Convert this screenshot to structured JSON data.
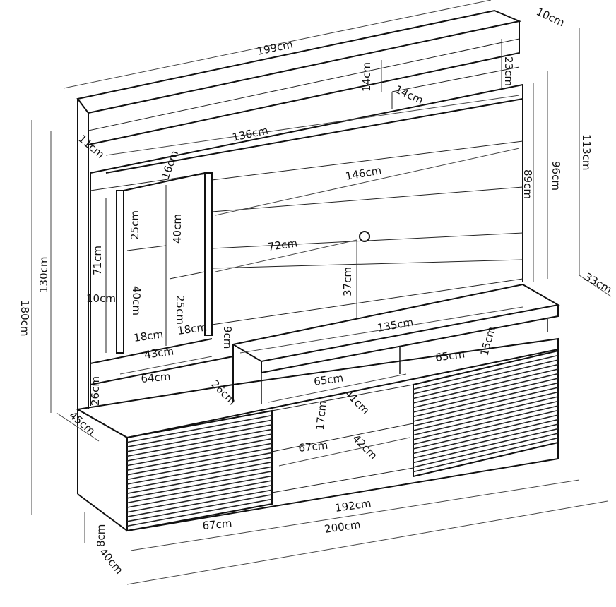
{
  "colors": {
    "line": "#111111",
    "background": "#ffffff"
  },
  "dimensions": {
    "total_width_top": "199cm",
    "top_cap_depth": "10cm",
    "top_cap_height": "23cm",
    "upper_step_height": "14cm",
    "upper_step_depth": "14cm",
    "right_height_total": "113cm",
    "panel_width_upper": "136cm",
    "left_top_depth": "11cm",
    "shelf_top_gap": "16cm",
    "panel_width": "146cm",
    "right_height_96": "96cm",
    "panel_height": "89cm",
    "niche_left_top": "25cm",
    "niche_right_top": "40cm",
    "tv_center_width": "72cm",
    "left_niche_height": "71cm",
    "overall_height": "180cm",
    "upper_height": "130cm",
    "left_niche_depth": "10cm",
    "niche_left_bottom": "40cm",
    "niche_right_bottom": "25cm",
    "tv_mount_height": "37cm",
    "shelf_depth_right": "33cm",
    "niche_width_left": "18cm",
    "niche_width_right": "18cm",
    "shelf_thickness": "9cm",
    "tv_shelf_width": "135cm",
    "niche_total_width": "43cm",
    "right_shelf_height": "15cm",
    "right_shelf_width": "65cm",
    "left_base_width": "64cm",
    "left_base_height": "26cm",
    "left_base_depth": "26cm",
    "center_shelf_width": "65cm",
    "center_shelf_depth": "41cm",
    "base_depth": "45cm",
    "center_niche_height": "17cm",
    "center_niche_width": "67cm",
    "center_niche_depth": "42cm",
    "base_inner_width": "192cm",
    "door_width": "67cm",
    "base_total_width": "200cm",
    "plinth_height": "8cm",
    "plinth_depth": "40cm"
  }
}
